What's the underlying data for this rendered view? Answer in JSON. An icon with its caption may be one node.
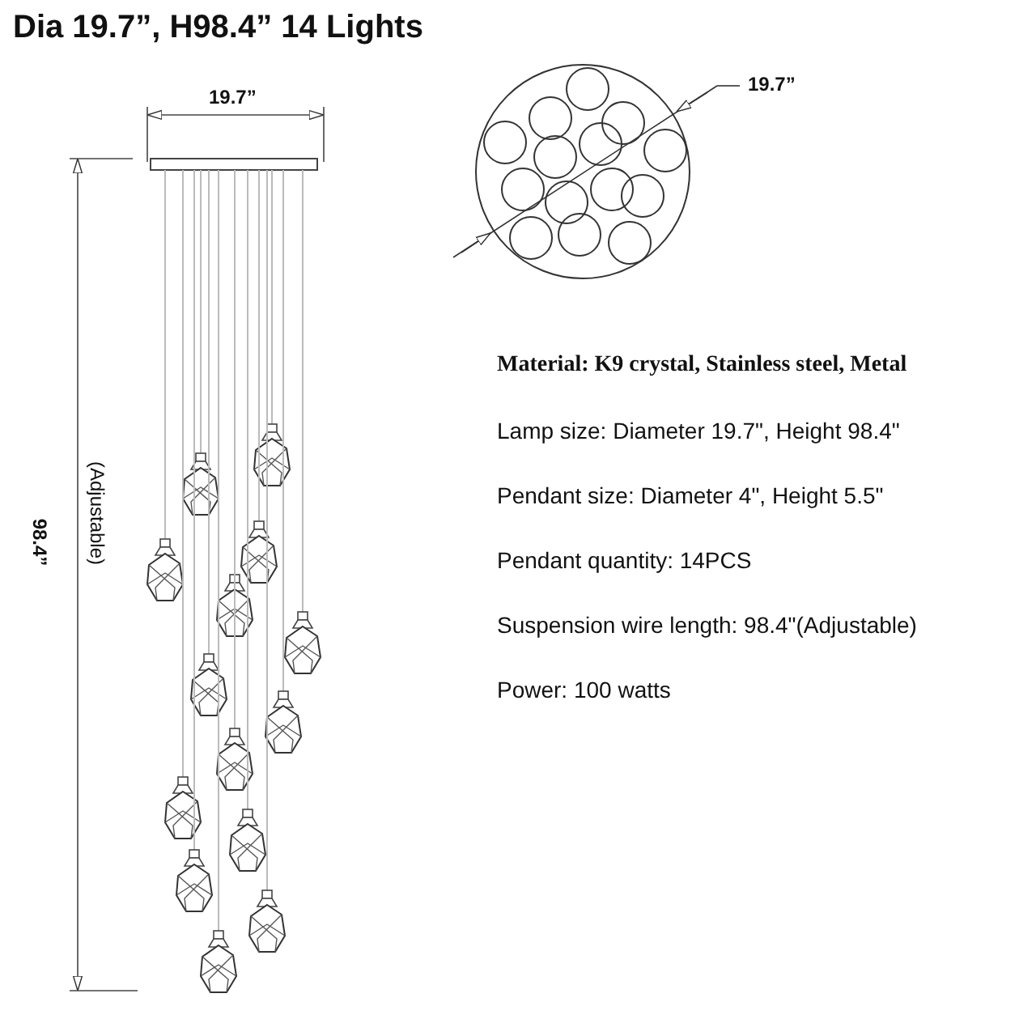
{
  "diagram": {
    "title": "Dia 19.7”, H98.4”  14 Lights",
    "labels": [
      "19.7”",
      "19.7”",
      "98.4”",
      "(Adjustable)",
      "Material: K9 crystal, Stainless steel, Metal",
      "Lamp size: Diameter 19.7\", Height 98.4\"",
      "Pendant size: Diameter 4\", Height 5.5\"",
      "Pendant quantity: 14PCS",
      "Suspension wire length:  98.4\"(Adjustable)",
      "Power: 100 watts"
    ]
  }
}
